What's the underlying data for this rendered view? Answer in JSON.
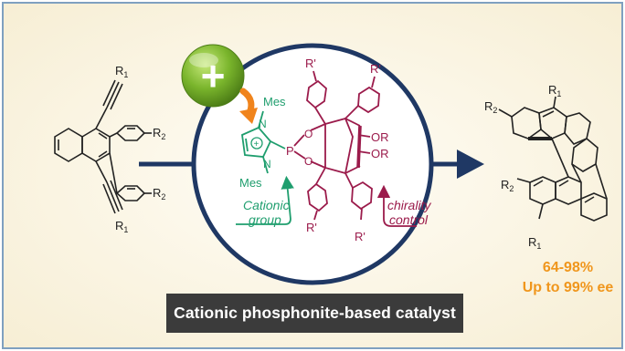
{
  "colors": {
    "frame": "#7fa0c0",
    "background": "#fbf6e6",
    "circle_stroke": "#1f3864",
    "arrow": "#1f3864",
    "cationic_green": "#1f9e6e",
    "chirality_maroon": "#9b1b4b",
    "plus_ball": "#7ab52c",
    "hook_orange": "#f0841c",
    "yield_orange": "#f0961c",
    "banner_bg": "#3b3b3b"
  },
  "icons": {
    "plus": "plus-ball-icon",
    "hook_arrow": "curved-arrow-icon"
  },
  "plus_symbol": "+",
  "substrate": {
    "r1_top": "R",
    "r1_top_sub": "1",
    "r2_top": "R",
    "r2_top_sub": "2",
    "r2_bottom": "R",
    "r2_bottom_sub": "2",
    "r1_bottom": "R",
    "r1_bottom_sub": "1"
  },
  "catalyst": {
    "mes_top": "Mes",
    "mes_bottom": "Mes",
    "n_top": "N",
    "n_bottom": "N",
    "plus_charge": "+",
    "p_atom": "P",
    "o_upper": "O",
    "o_lower": "O",
    "or_1": "OR",
    "or_2": "OR",
    "r_prime_top_left": "R'",
    "r_prime_top_right": "R'",
    "r_prime_bottom_left": "R'",
    "r_prime_bottom_right": "R'",
    "cationic_label_1": "Cationic",
    "cationic_label_2": "group",
    "chirality_label_1": "chirality",
    "chirality_label_2": "control"
  },
  "product": {
    "r1_top": "R",
    "r1_top_sub": "1",
    "r2_top": "R",
    "r2_top_sub": "2",
    "r2_mid": "R",
    "r2_mid_sub": "2",
    "r1_bottom": "R",
    "r1_bottom_sub": "1"
  },
  "results": {
    "yield": "64-98%",
    "ee": "Up to 99% ee"
  },
  "banner": {
    "label": "Cationic phosphonite-based catalyst"
  }
}
